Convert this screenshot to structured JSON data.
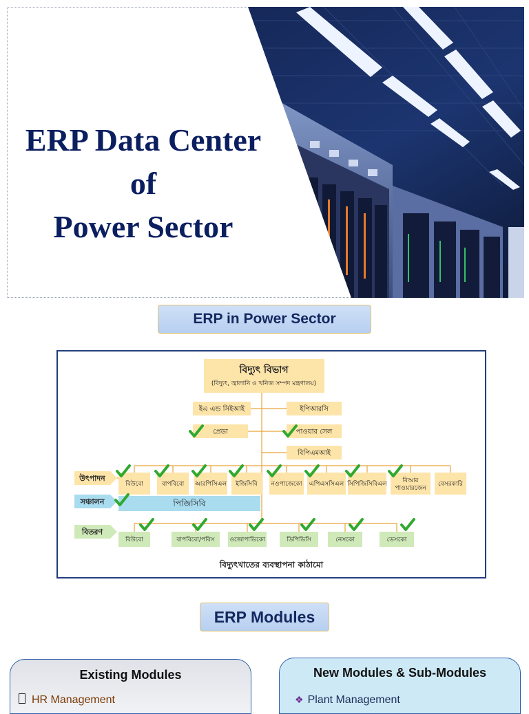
{
  "hero": {
    "title_line1": "ERP Data Center",
    "title_line2": "of",
    "title_line3": "Power Sector",
    "photo": "data-center-server-room-photo"
  },
  "section_sector": {
    "label": "ERP in Power Sector"
  },
  "org_chart": {
    "root": {
      "title": "বিদ্যুৎ বিভাগ",
      "subtitle": "(বিদ্যুৎ, জ্বালানি ও খনিজ সম্পদ মন্ত্রণালয়)"
    },
    "upper": [
      {
        "label": "ইএ এন্ড সিইআই",
        "checked": false
      },
      {
        "label": "ইপিআরসি",
        "checked": false
      },
      {
        "label": "প্রেডা",
        "checked": true
      },
      {
        "label": "পাওয়ার সেল",
        "checked": true
      },
      {
        "label": "বিপিএমআই",
        "checked": false
      }
    ],
    "rows": [
      {
        "label": "উৎপাদন",
        "color": "#fde4a9"
      },
      {
        "label": "সঞ্চালন",
        "color": "#a9dcef"
      },
      {
        "label": "বিতরণ",
        "color": "#cfe9b8"
      }
    ],
    "generation": [
      {
        "label": "বিউবো",
        "checked": true
      },
      {
        "label": "বাপবিবো",
        "checked": true
      },
      {
        "label": "আরপিসিএল",
        "checked": true
      },
      {
        "label": "ইজিসিবি",
        "checked": true
      },
      {
        "label": "নওপাজেকো",
        "checked": true
      },
      {
        "label": "এপিএসসিএল",
        "checked": true
      },
      {
        "label": "সিপিজিসিবিএল",
        "checked": true
      },
      {
        "label": "বিআর পাওয়ারজেন",
        "checked": true
      },
      {
        "label": "বেসরকারি",
        "checked": false
      }
    ],
    "transmission": {
      "label": "পিজিসিবি",
      "checked": true
    },
    "distribution": [
      {
        "label": "বিউবো",
        "checked": true
      },
      {
        "label": "বাপবিবো/পবিস",
        "checked": true
      },
      {
        "label": "ওজোপাডিকো",
        "checked": true
      },
      {
        "label": "ডিপিডিসি",
        "checked": true
      },
      {
        "label": "নেসকো",
        "checked": true
      },
      {
        "label": "ডেসকো",
        "checked": true
      }
    ],
    "caption": "বিদ্যুৎখাতের ব্যবস্থাপনা কাঠামো",
    "colors": {
      "box": "#fde4a9",
      "blue_box": "#a9dcef",
      "green_box": "#cfe9b8",
      "line": "#e8a33a",
      "check": "#2fa92e",
      "frame": "#1f3e7c"
    }
  },
  "section_modules": {
    "label": "ERP Modules"
  },
  "existing_modules": {
    "title": "Existing Modules",
    "items": [
      "HR Management"
    ]
  },
  "new_modules": {
    "title": "New Modules & Sub-Modules",
    "items": [
      "Plant Management"
    ]
  }
}
